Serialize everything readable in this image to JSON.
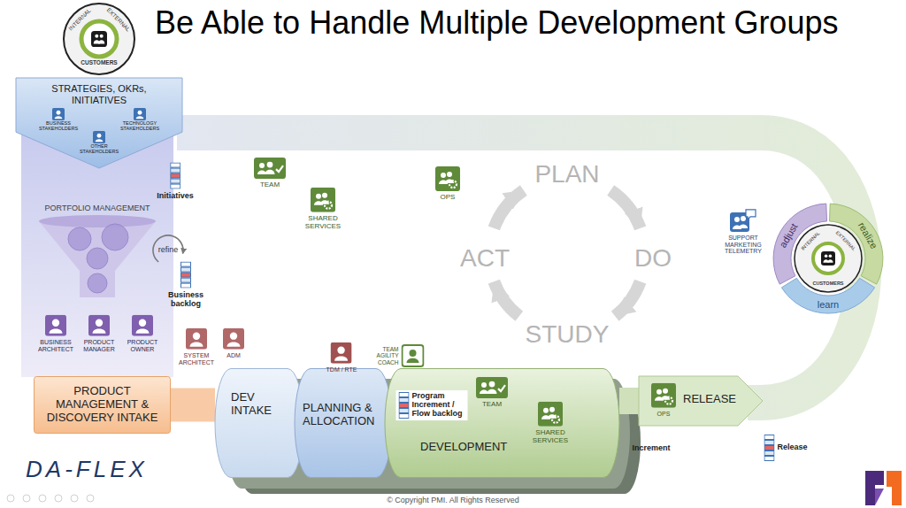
{
  "diagram": {
    "title": "Be Able to Handle Multiple Development Groups",
    "nodes": [
      {
        "text": [
          "STRATEGIES, OKRs, INITIATIVES"
        ]
      },
      {
        "text": [
          "BUSINESS STAKEHOLDERS"
        ],
        "in": 0
      },
      {
        "text": [
          "TECHNOLOGY STAKEHOLDERS"
        ],
        "in": 0
      },
      {
        "text": [
          "OTHER STAKEHOLDERS"
        ],
        "in": 0
      },
      {
        "text": [
          "PORTFOLIO MANAGEMENT"
        ]
      },
      {
        "text": [
          "PRODUCT MANAGEMENT & DISCOVERY INTAKE"
        ]
      },
      {
        "text": [
          "DEV INTAKE"
        ]
      },
      {
        "text": [
          "PLANNING & ALLOCATION"
        ]
      },
      {
        "text": [
          "DEVELOPMENT"
        ]
      },
      {
        "text": [
          "RELEASE"
        ]
      }
    ],
    "edges": [
      {
        "from": 5,
        "to": 6,
        "arrow": "none"
      },
      {
        "from": 8,
        "to": 9,
        "arrow": "none"
      }
    ],
    "labels": [
      "INTERNAL",
      "EXTERNAL",
      "CUSTOMERS",
      "Initiatives",
      "refine",
      "Business backlog",
      "TEAM",
      "SHARED SERVICES",
      "OPS",
      "PLAN",
      "DO",
      "STUDY",
      "ACT",
      "SUPPORT MARKETING TELEMETRY",
      "adjust",
      "realize",
      "learn",
      "INTERNAL",
      "EXTERNAL",
      "CUSTOMERS",
      "BUSINESS ARCHITECT",
      "PRODUCT MANAGER",
      "PRODUCT OWNER",
      "SYSTEM ARCHITECT",
      "ADM",
      "TDM / RTE",
      "TEAM AGILITY COACH",
      "Program Increment / Flow backlog",
      "TEAM",
      "SHARED SERVICES",
      "Increment",
      "OPS",
      "Release",
      "DA-FLEX",
      "© Copyright PMI. All Rights Reserved"
    ]
  }
}
